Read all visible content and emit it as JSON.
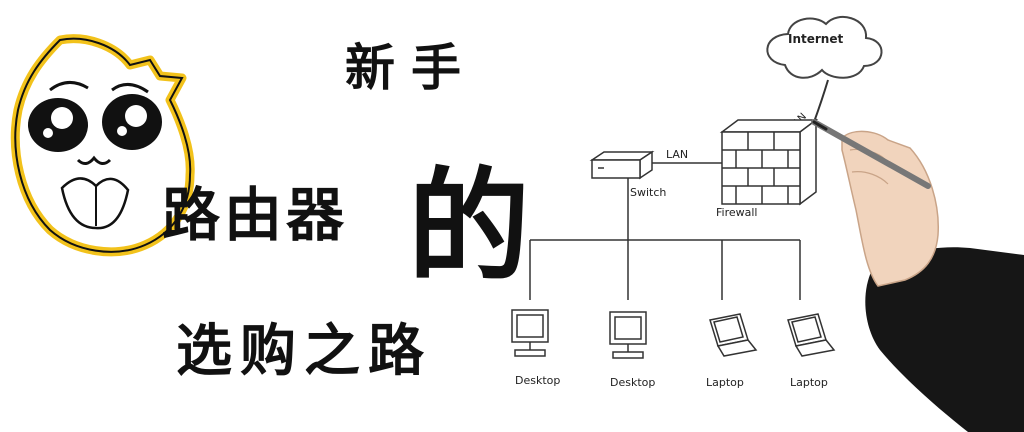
{
  "title": {
    "line1": "新手",
    "line2": "路由器",
    "line3": "的",
    "line4": "选购之路"
  },
  "diagram": {
    "internet": "Internet",
    "wan": "WAN",
    "lan": "LAN",
    "switch": "Switch",
    "firewall": "Firewall",
    "devices": [
      "Desktop",
      "Desktop",
      "Laptop",
      "Laptop"
    ]
  },
  "colors": {
    "mascot_outline": "#F2C21B",
    "ink": "#111111",
    "line": "#444444"
  }
}
